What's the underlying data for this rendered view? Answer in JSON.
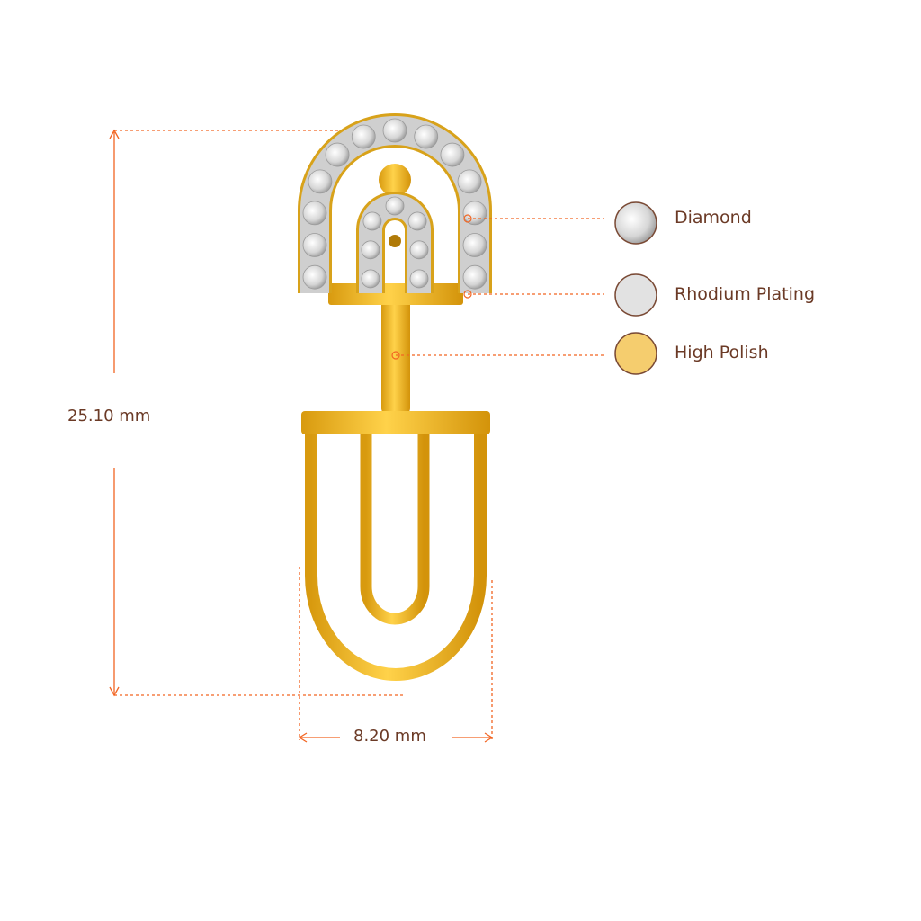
{
  "dimensions": {
    "height_label": "25.10 mm",
    "width_label": "8.20  mm"
  },
  "legend": [
    {
      "label": "Diamond",
      "swatch": "#e8e8e8"
    },
    {
      "label": "Rhodium Plating",
      "swatch": "#e2e2e2"
    },
    {
      "label": "High Polish",
      "swatch": "#f5cd6e"
    }
  ],
  "colors": {
    "dimension_line": "#f26522",
    "text": "#6b3a26",
    "gold": "#f2b31c",
    "gold_dark": "#c98a0a",
    "swatch_border": "#7a4a35"
  }
}
